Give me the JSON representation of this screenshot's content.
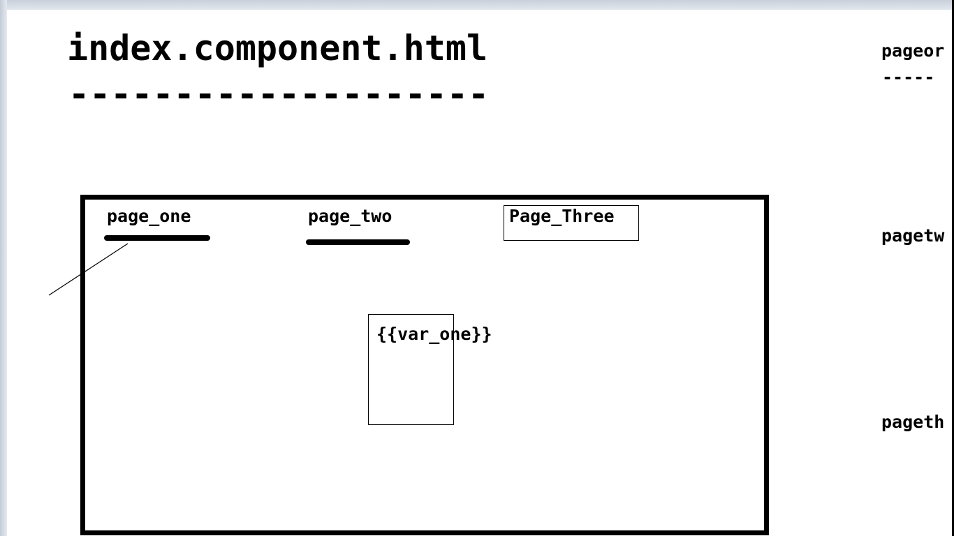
{
  "document": {
    "file_title": "index.component.html",
    "title_rule": "--------------------"
  },
  "frame": {
    "nav": {
      "page_one": "page_one",
      "page_two": "page_two",
      "page_three": "Page_Three"
    },
    "placeholder": "{{var_one}}"
  },
  "side_panel": {
    "item_one": "pageor",
    "item_one_rule": "-----",
    "item_two": "pagetw",
    "item_three": "pageth"
  }
}
